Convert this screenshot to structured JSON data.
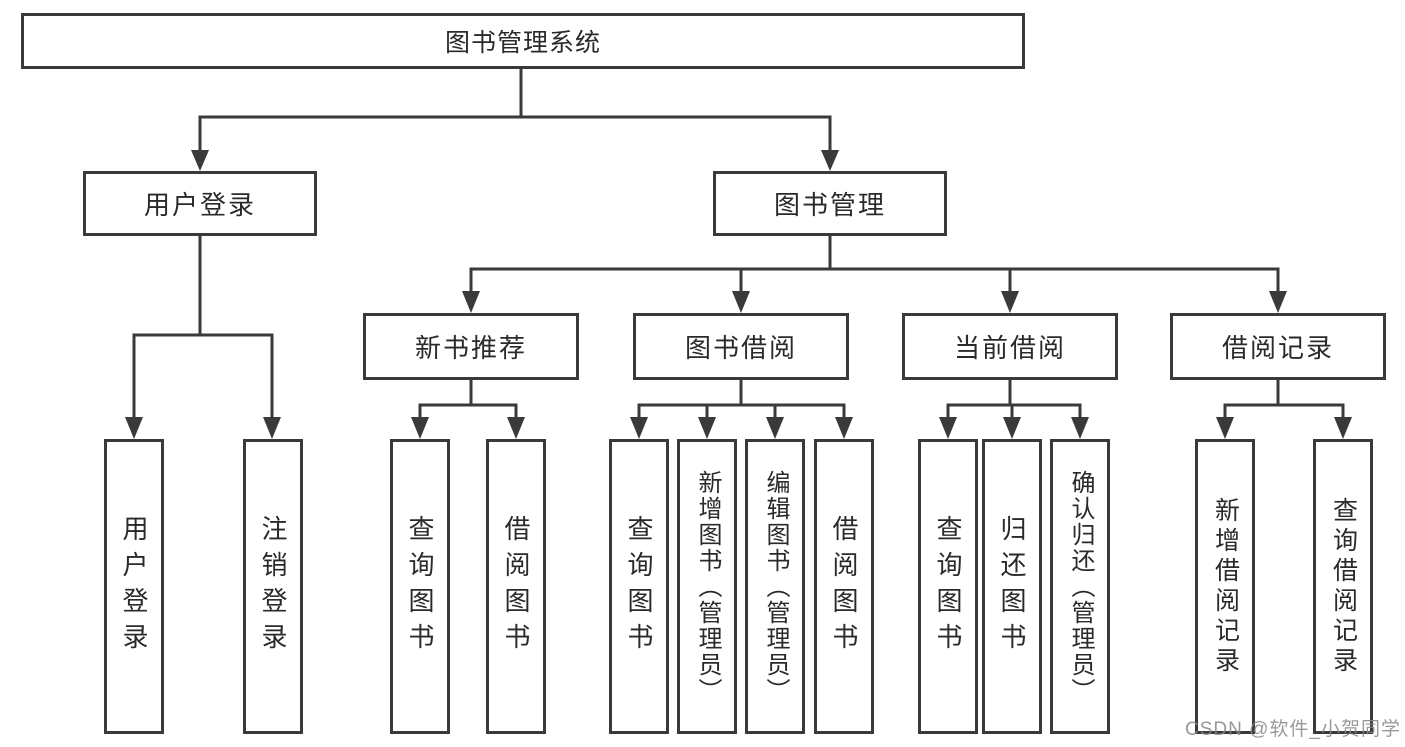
{
  "colors": {
    "line": "#3a3a3a",
    "text": "#2a2a2a",
    "watermark": "#878787",
    "background": "#ffffff"
  },
  "diagram": {
    "type": "tree",
    "root": {
      "label": "图书管理系统"
    },
    "branches": [
      {
        "label": "用户登录",
        "children": [
          {
            "label": "用户登录"
          },
          {
            "label": "注销登录"
          }
        ]
      },
      {
        "label": "图书管理",
        "children": [
          {
            "label": "新书推荐",
            "children": [
              {
                "label": "查询图书"
              },
              {
                "label": "借阅图书"
              }
            ]
          },
          {
            "label": "图书借阅",
            "children": [
              {
                "label": "查询图书"
              },
              {
                "label": "新增图书（管理员）"
              },
              {
                "label": "编辑图书（管理员）"
              },
              {
                "label": "借阅图书"
              }
            ]
          },
          {
            "label": "当前借阅",
            "children": [
              {
                "label": "查询图书"
              },
              {
                "label": "归还图书"
              },
              {
                "label": "确认归还（管理员）"
              }
            ]
          },
          {
            "label": "借阅记录",
            "children": [
              {
                "label": "新增借阅记录"
              },
              {
                "label": "查询借阅记录"
              }
            ]
          }
        ]
      }
    ]
  },
  "watermark": {
    "text": "CSDN @软件_小贺同学"
  }
}
